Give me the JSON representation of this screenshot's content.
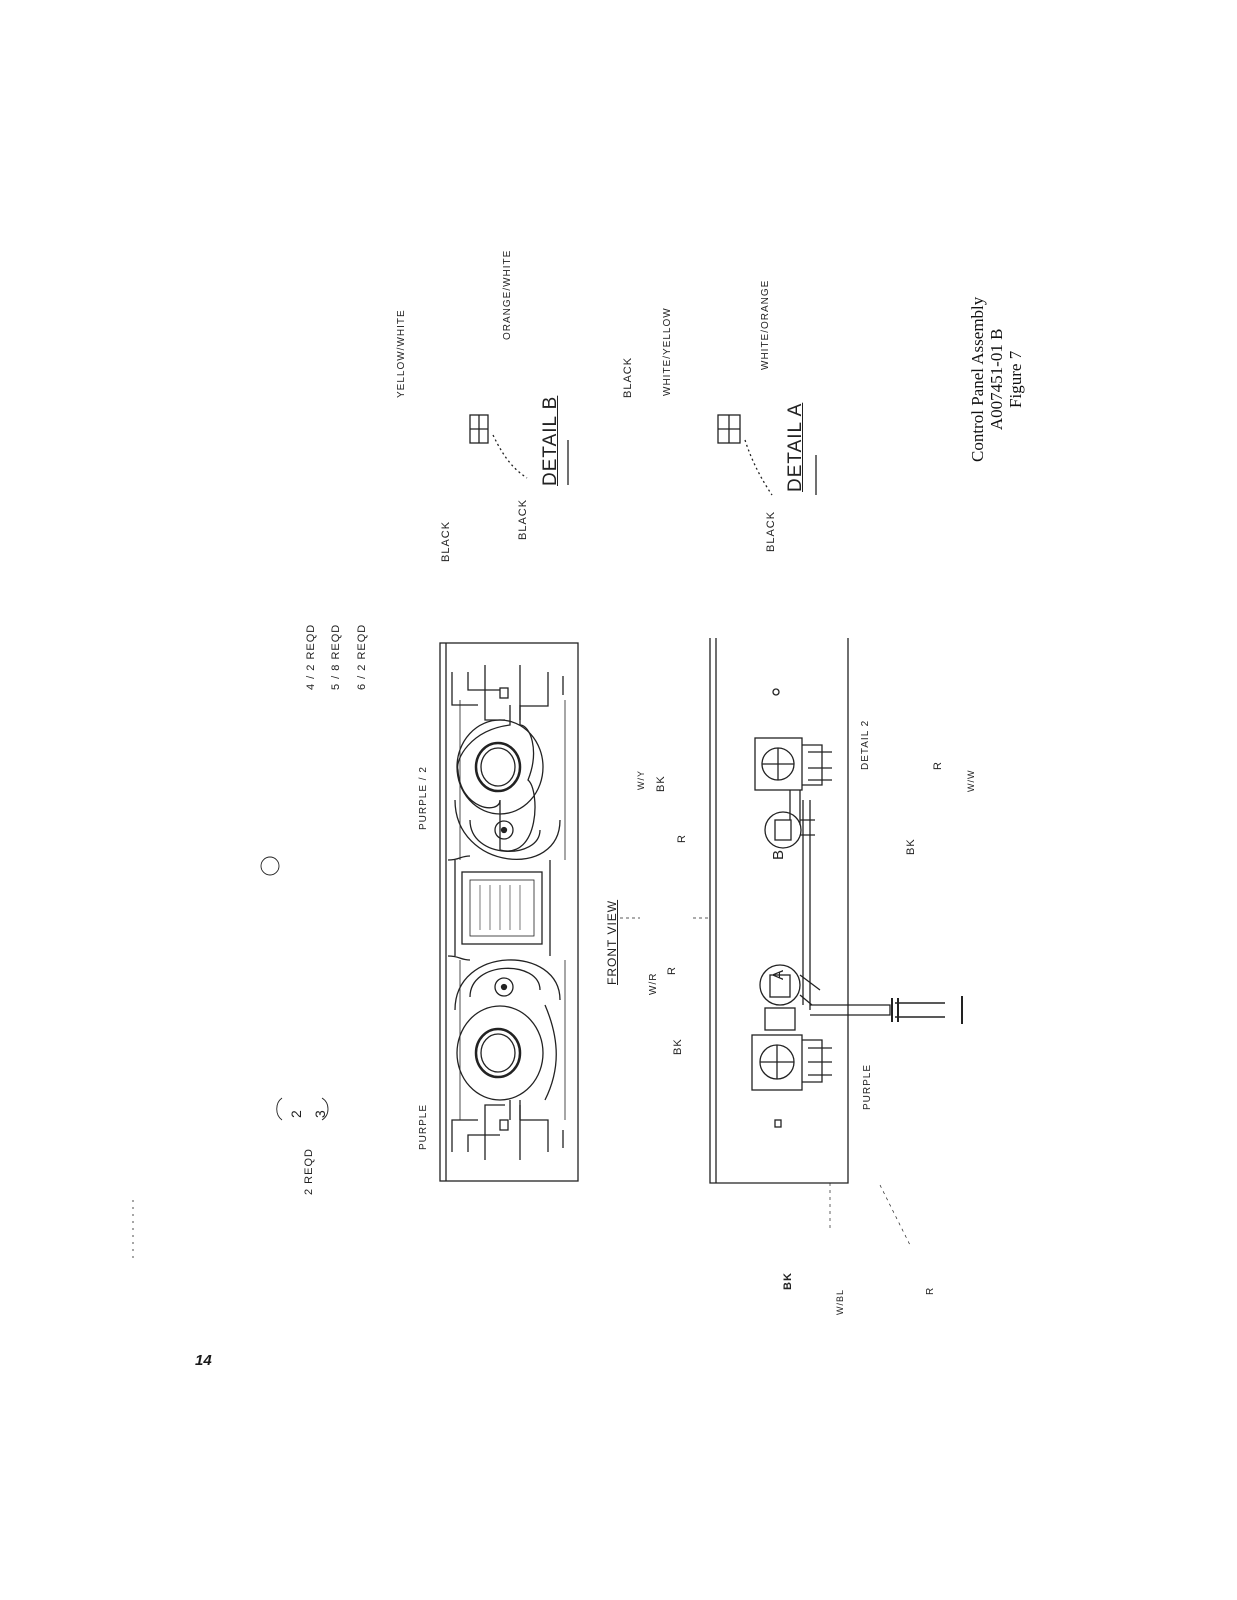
{
  "caption": {
    "line1": "Control Panel Assembly",
    "line2": "A007451-01 B",
    "line3": "Figure 7"
  },
  "page_number": "14",
  "detail_b": {
    "title": "DETAIL B",
    "wires": [
      "BLACK",
      "BLACK",
      "YELLOW/WHITE",
      "ORANGE/WHITE"
    ]
  },
  "detail_a": {
    "title": "DETAIL A",
    "wires": [
      "BLACK",
      "BLACK",
      "WHITE/YELLOW",
      "WHITE/ORANGE"
    ]
  },
  "callouts": {
    "ref_2": "2",
    "ref_3": "3",
    "reqd_2_left": "2 REQD",
    "reqd_4": "4 / 2 REQD",
    "reqd_5": "5 / 8 REQD",
    "reqd_6": "6 / 2 REQD"
  },
  "front_view": {
    "label": "FRONT VIEW",
    "thermo_right": "PURPLE / 2",
    "thermo_left": "PURPLE"
  },
  "rear_view": {
    "detail_a_ref": "A",
    "detail_b_ref": "B",
    "detail_2": "DETAIL 2",
    "purple": "PURPLE"
  },
  "wire_codes": {
    "bk1": "BK",
    "bk2": "BK",
    "bk3": "BK",
    "bk4": "BK",
    "r1": "R",
    "r2": "R",
    "r3": "R",
    "r4": "R",
    "wr": "W/R",
    "wy": "W/Y",
    "wbl": "W/BL",
    "ww": "W/W"
  }
}
